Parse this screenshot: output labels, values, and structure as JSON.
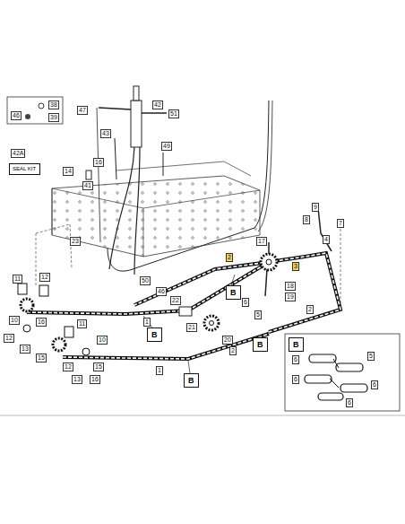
{
  "diagram": {
    "nodes": [
      {
        "text": [
          "B"
        ]
      },
      {
        "text": [
          "B"
        ]
      },
      {
        "text": [
          "B"
        ]
      },
      {
        "text": [
          "B"
        ]
      },
      {
        "text": [
          "B"
        ]
      },
      {
        "text": [
          "SEAL KIT"
        ]
      }
    ],
    "labels": [
      "38",
      "46",
      "39",
      "42A",
      "47",
      "42",
      "51",
      "43",
      "49",
      "14",
      "16",
      "41",
      "23",
      "50",
      "46",
      "17",
      "18",
      "19",
      "20",
      "22",
      "21",
      "9",
      "8",
      "7",
      "4",
      "2",
      "3",
      "2",
      "6",
      "5",
      "1",
      "2",
      "1",
      "11",
      "12",
      "10",
      "16",
      "12",
      "13",
      "15",
      "11",
      "10",
      "12",
      "15",
      "16",
      "13",
      "6",
      "6",
      "5",
      "6",
      "6"
    ]
  }
}
